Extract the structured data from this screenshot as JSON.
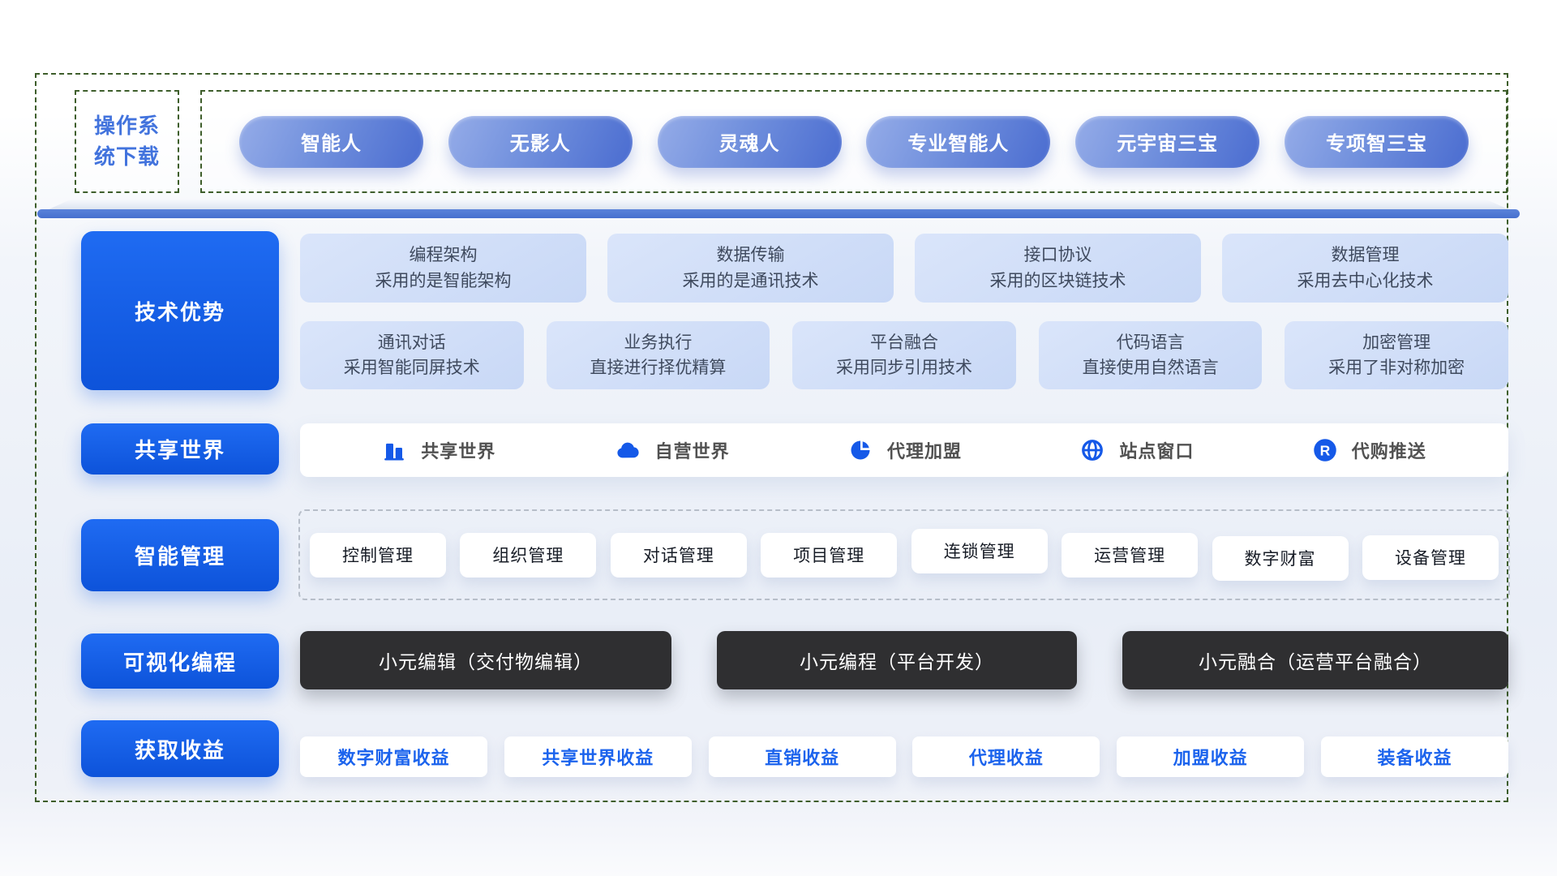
{
  "os_download": {
    "line1": "操作系",
    "line2": "统下载"
  },
  "pills": [
    {
      "label": "智能人"
    },
    {
      "label": "无影人"
    },
    {
      "label": "灵魂人"
    },
    {
      "label": "专业智能人"
    },
    {
      "label": "元宇宙三宝"
    },
    {
      "label": "专项智三宝"
    }
  ],
  "tech": {
    "label": "技术优势",
    "row1": [
      {
        "title": "编程架构",
        "desc": "采用的是智能架构"
      },
      {
        "title": "数据传输",
        "desc": "采用的是通讯技术"
      },
      {
        "title": "接口协议",
        "desc": "采用的区块链技术"
      },
      {
        "title": "数据管理",
        "desc": "采用去中心化技术"
      }
    ],
    "row2": [
      {
        "title": "通讯对话",
        "desc": "采用智能同屏技术"
      },
      {
        "title": "业务执行",
        "desc": "直接进行择优精算"
      },
      {
        "title": "平台融合",
        "desc": "采用同步引用技术"
      },
      {
        "title": "代码语言",
        "desc": "直接使用自然语言"
      },
      {
        "title": "加密管理",
        "desc": "采用了非对称加密"
      }
    ]
  },
  "shared": {
    "label": "共享世界",
    "items": [
      {
        "icon": "building-icon",
        "label": "共享世界"
      },
      {
        "icon": "cloud-icon",
        "label": "自营世界"
      },
      {
        "icon": "pie-chart-icon",
        "label": "代理加盟"
      },
      {
        "icon": "globe-icon",
        "label": "站点窗口"
      },
      {
        "icon": "r-badge-icon",
        "label": "代购推送",
        "badge_letter": "R"
      }
    ]
  },
  "mgmt": {
    "label": "智能管理",
    "items": [
      "控制管理",
      "组织管理",
      "对话管理",
      "项目管理",
      "连锁管理",
      "运营管理",
      "数字财富",
      "设备管理"
    ]
  },
  "visual": {
    "label": "可视化编程",
    "items": [
      "小元编辑（交付物编辑）",
      "小元编程（平台开发）",
      "小元融合（运营平台融合）"
    ]
  },
  "earnings": {
    "label": "获取收益",
    "items": [
      "数字财富收益",
      "共享世界收益",
      "直销收益",
      "代理收益",
      "加盟收益",
      "装备收益"
    ]
  },
  "colors": {
    "category_blue": "#155ee4",
    "pill_gradient_start": "#95ace8",
    "pill_gradient_end": "#4a6cd0",
    "light_card": "#cdd9f6",
    "dark_box": "#2f2f31",
    "dashed_green": "#3e5e2b",
    "icon_blue": "#1559e8",
    "earnings_text": "#1b63ed"
  }
}
